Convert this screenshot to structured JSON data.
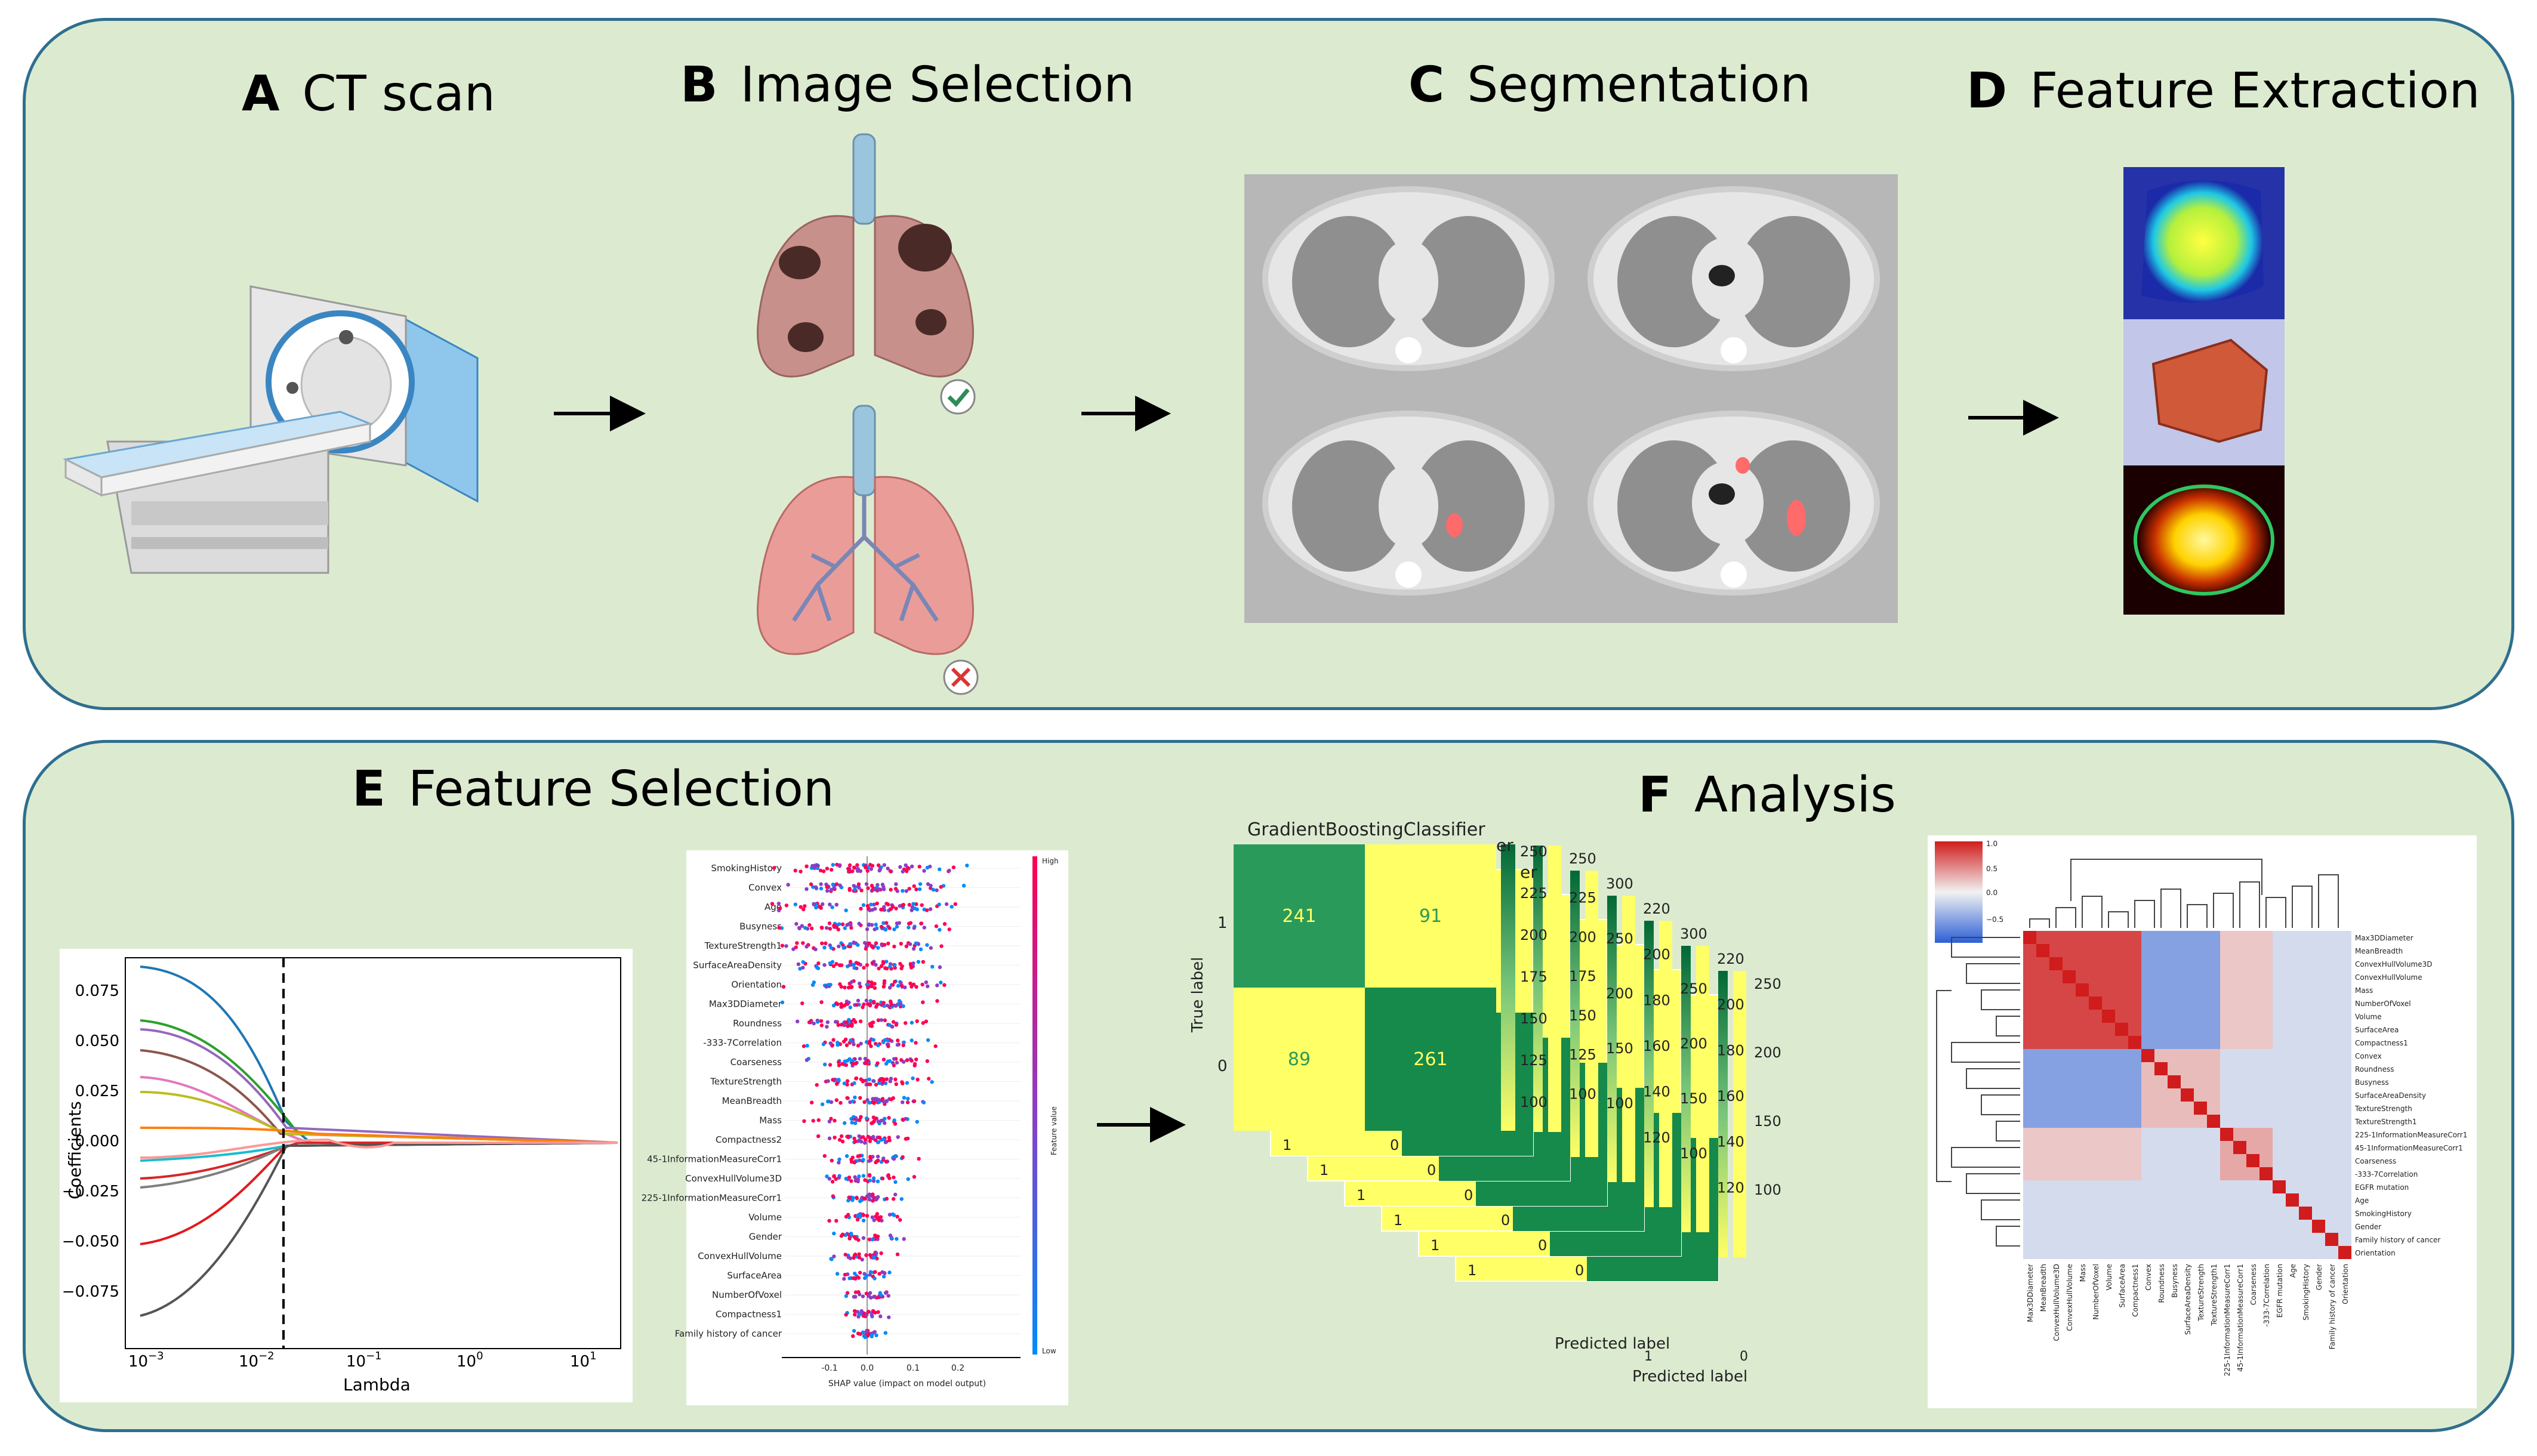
{
  "steps": [
    {
      "letter": "A",
      "title": "CT scan"
    },
    {
      "letter": "B",
      "title": "Image Selection"
    },
    {
      "letter": "C",
      "title": "Segmentation"
    },
    {
      "letter": "D",
      "title": "Feature Extraction"
    },
    {
      "letter": "E",
      "title": "Feature Selection"
    },
    {
      "letter": "F",
      "title": "Analysis"
    }
  ],
  "lasso": {
    "xlabel": "Lambda",
    "ylabel": "Coefficients",
    "yticks": [
      "0.075",
      "0.050",
      "0.025",
      "0.000",
      "−0.025",
      "−0.050",
      "−0.075"
    ],
    "xticks": [
      "10",
      "10",
      "10",
      "10",
      "10"
    ],
    "xexp": [
      "−3",
      "−2",
      "−1",
      "0",
      "1"
    ]
  },
  "shap": {
    "features": [
      "SmokingHistory",
      "Convex",
      "Age",
      "Busyness",
      "TextureStrength1",
      "SurfaceAreaDensity",
      "Orientation",
      "Max3DDiameter",
      "Roundness",
      "-333-7Correlation",
      "Coarseness",
      "TextureStrength",
      "MeanBreadth",
      "Mass",
      "Compactness2",
      "45-1InformationMeasureCorr1",
      "ConvexHullVolume3D",
      "225-1InformationMeasureCorr1",
      "Volume",
      "Gender",
      "ConvexHullVolume",
      "SurfaceArea",
      "NumberOfVoxel",
      "Compactness1",
      "Family history of cancer"
    ],
    "xlabel": "SHAP value (impact on model output)",
    "xticks": [
      "-0.1",
      "0.0",
      "0.1",
      "0.2"
    ],
    "cbar_high": "High",
    "cbar_low": "Low",
    "cbar_label": "Feature value"
  },
  "confusion": {
    "title": "GradientBoostingClassifier",
    "true_label": "True label",
    "pred_label": "Predicted label",
    "row_ticks": [
      "1",
      "0"
    ],
    "col_ticks": [
      "1",
      "0"
    ],
    "cells": [
      "241",
      "91",
      "89",
      "261"
    ],
    "cbar_ticks": [
      "250",
      "225",
      "200",
      "175",
      "150",
      "125",
      "100"
    ],
    "back_cbar_ticks": [
      [
        "250",
        "225",
        "200",
        "175",
        "150",
        "125",
        "100"
      ],
      [
        "300",
        "250",
        "200",
        "150",
        "100"
      ],
      [
        "220",
        "200",
        "180",
        "160",
        "140",
        "120"
      ],
      [
        "300",
        "250",
        "200",
        "150",
        "100"
      ],
      [
        "220",
        "200",
        "180",
        "160",
        "140",
        "120"
      ],
      [
        "250",
        "200",
        "150",
        "100"
      ]
    ],
    "title_tails": [
      "er",
      "er"
    ]
  },
  "heatmap": {
    "labels": [
      "Max3DDiameter",
      "MeanBreadth",
      "ConvexHullVolume3D",
      "ConvexHullVolume",
      "Mass",
      "NumberOfVoxel",
      "Volume",
      "SurfaceArea",
      "Compactness1",
      "Convex",
      "Roundness",
      "Busyness",
      "SurfaceAreaDensity",
      "TextureStrength",
      "TextureStrength1",
      "225-1InformationMeasureCorr1",
      "45-1InformationMeasureCorr1",
      "Coarseness",
      "-333-7Correlation",
      "EGFR mutation",
      "Age",
      "SmokingHistory",
      "Gender",
      "Family history of cancer",
      "Orientation"
    ],
    "cbar_ticks": [
      "1.0",
      "0.5",
      "0.0",
      "−0.5"
    ]
  },
  "colors": {
    "panel_bg": "#dcebd0",
    "panel_border": "#2f6f8f"
  }
}
